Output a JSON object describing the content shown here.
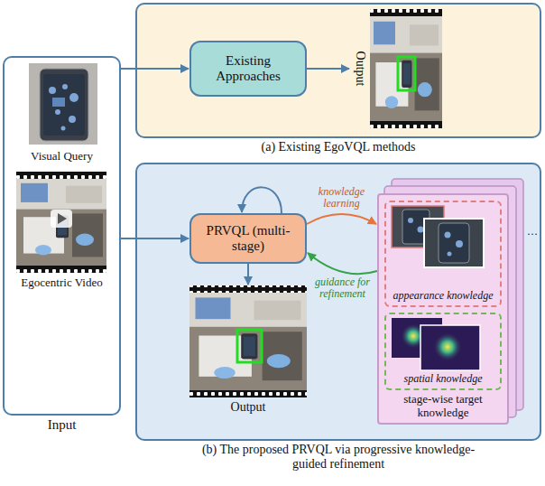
{
  "diagram": {
    "nodes": [
      {
        "text": [
          "Input"
        ]
      },
      {
        "text": [
          "(a) Existing EgoVQL methods"
        ]
      },
      {
        "text": [
          "Existing Approaches"
        ],
        "in": 1
      },
      {
        "text": [
          "Output"
        ],
        "in": 1
      },
      {
        "text": [
          "(b) The proposed PRVQL via progressive knowledge-guided refinement"
        ]
      },
      {
        "text": [
          "PRVQL (multi-stage)"
        ],
        "in": 4
      },
      {
        "text": [
          "Output"
        ],
        "in": 4
      },
      {
        "text": [
          "stage-wise target knowledge"
        ],
        "in": 4
      },
      {
        "text": [
          "appearance knowledge"
        ],
        "in": 7
      },
      {
        "text": [
          "spatial knowledge"
        ],
        "in": 7
      }
    ],
    "edges": [
      {
        "from": 0,
        "to": 2,
        "arrow": "to"
      },
      {
        "from": 2,
        "to": 3,
        "arrow": "to"
      },
      {
        "from": 0,
        "to": 5,
        "arrow": "to"
      },
      {
        "from": 5,
        "to": 5,
        "arrow": "to"
      },
      {
        "from": 5,
        "to": 6,
        "arrow": "to"
      },
      {
        "from": 5,
        "to": 7,
        "label": "knowledge learning",
        "arrow": "to"
      },
      {
        "from": 7,
        "to": 5,
        "label": "guidance for refinement",
        "arrow": "to"
      }
    ],
    "labels": [
      "Visual Query",
      "Egocentric Video",
      "…"
    ]
  }
}
